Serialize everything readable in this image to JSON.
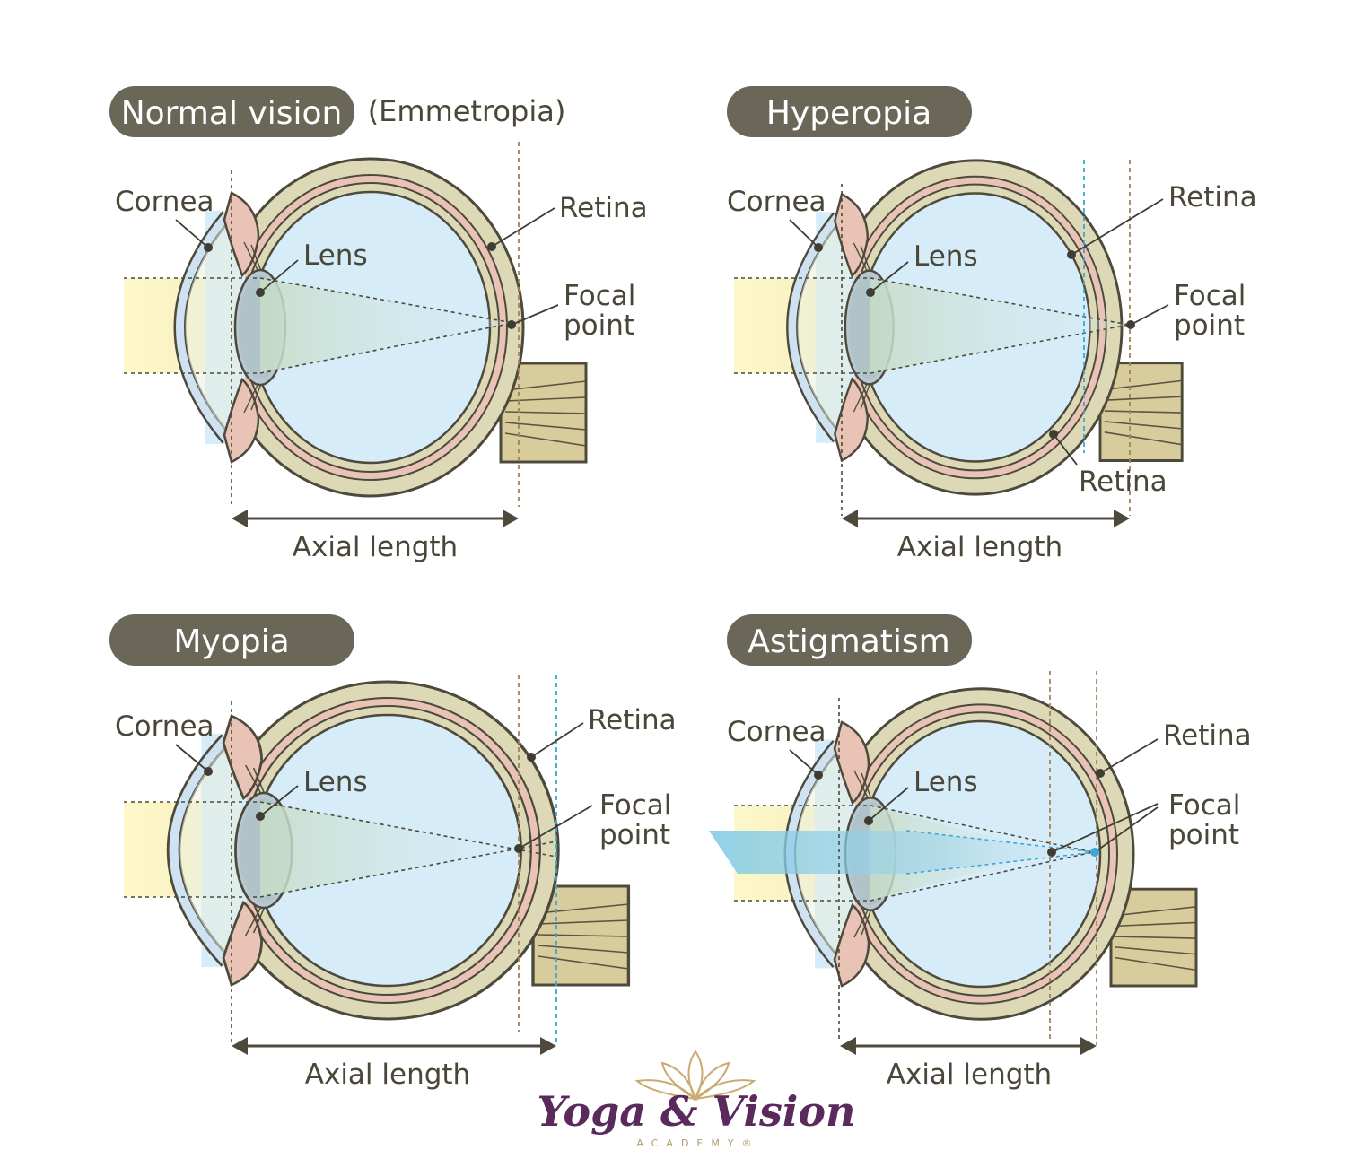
{
  "panels": [
    {
      "title": "Normal vision",
      "subtitle": "(Emmetropia)",
      "labels": {
        "cornea": "Cornea",
        "lens": "Lens",
        "retina": "Retina",
        "focal1": "Focal",
        "focal2": "point",
        "axial": "Axial length"
      }
    },
    {
      "title": "Hyperopia",
      "labels": {
        "cornea": "Cornea",
        "lens": "Lens",
        "retina": "Retina",
        "retina2": "Retina",
        "focal1": "Focal",
        "focal2": "point",
        "axial": "Axial length"
      }
    },
    {
      "title": "Myopia",
      "labels": {
        "cornea": "Cornea",
        "lens": "Lens",
        "retina": "Retina",
        "focal1": "Focal",
        "focal2": "point",
        "axial": "Axial length"
      }
    },
    {
      "title": "Astigmatism",
      "labels": {
        "cornea": "Cornea",
        "lens": "Lens",
        "retina": "Retina",
        "focal1": "Focal",
        "focal2": "point",
        "axial": "Axial length"
      }
    }
  ],
  "brand": {
    "name": "Yoga & Vision",
    "sub": "ACADEMY®"
  },
  "colors": {
    "pill": "#6b6758",
    "sclera": "#ddd9b6",
    "choroid": "#e9c3b5",
    "vitreous": "#d6ecf8",
    "cornea": "#cfe2f2",
    "light": "#fbf5c2",
    "nerve": "#d8cc9c",
    "outline": "#4d4a3c",
    "cyan_line": "#3aa7d6",
    "brown_line": "#a3835a"
  }
}
